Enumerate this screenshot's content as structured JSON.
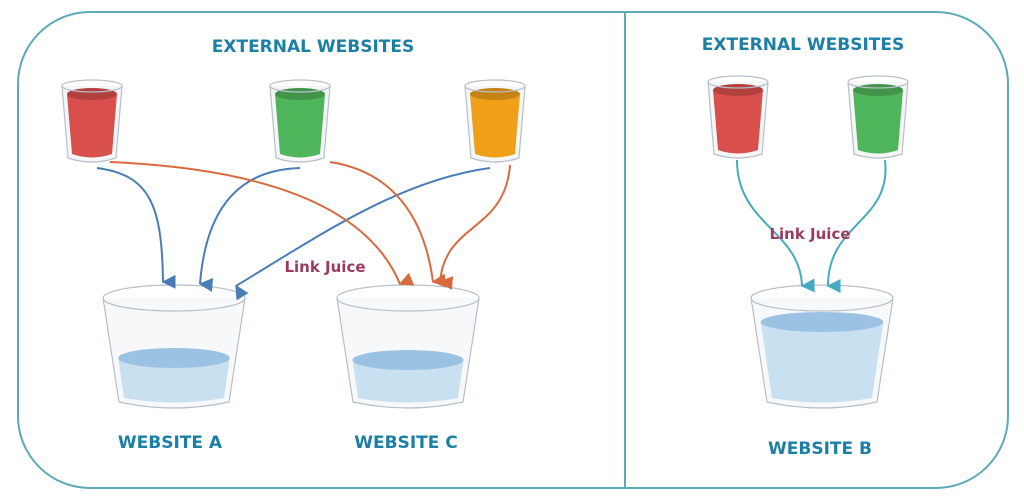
{
  "left_panel": {
    "title": "EXTERNAL WEBSITES",
    "link_label": "Link Juice",
    "websites": [
      "WEBSITE A",
      "WEBSITE C"
    ]
  },
  "right_panel": {
    "title": "EXTERNAL WEBSITES",
    "link_label": "Link Juice",
    "websites": [
      "WEBSITE B"
    ]
  },
  "colors": {
    "border": "#5ea9b8",
    "red": "#d94f4c",
    "green": "#4fb55a",
    "orange": "#f0a018",
    "water": "#c9e0f0",
    "water_top": "#9cc2e3",
    "arrow_blue": "#4a7db5",
    "arrow_orange": "#d96a40",
    "arrow_teal": "#45abc0"
  }
}
